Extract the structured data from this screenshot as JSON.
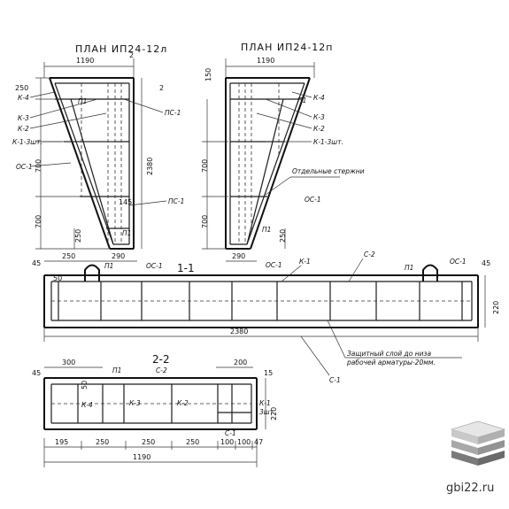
{
  "plan_left": {
    "title": "ПЛАН ИП24-12л"
  },
  "plan_right": {
    "title": "ПЛАН ИП24-12п"
  },
  "section_1": {
    "title": "1-1"
  },
  "section_2": {
    "title": "2-2"
  },
  "dims": {
    "w1190": "1190",
    "d250": "250",
    "d150": "150",
    "d700": "700",
    "d2380": "2380",
    "d145": "145",
    "d290": "290",
    "d45": "45",
    "d50": "50",
    "d220": "220",
    "d300": "300",
    "d200": "200",
    "d195": "195",
    "d100": "100",
    "d47": "47",
    "d2": "2",
    "d15": "15"
  },
  "labels": {
    "k1": "К-1",
    "k2": "К-2",
    "k3": "К-3",
    "k4": "К-4",
    "k13": "К-1-3шт.",
    "p1": "П1",
    "ps1": "ПС-1",
    "oc1": "ОС-1",
    "c1": "С-1",
    "c2": "С-2",
    "sht3": "3шт.",
    "separate_rods": "Отдельные стержни",
    "cover_1": "Защитный слой до низа",
    "cover_2": "рабочей арматуры-20мм."
  },
  "watermark": "gbi22.ru",
  "colors": {
    "ink": "#1c1c1c",
    "logo_top": "#e6e6e6",
    "logo_mid": "#a8a8a8",
    "logo_low": "#7a7a7a"
  }
}
